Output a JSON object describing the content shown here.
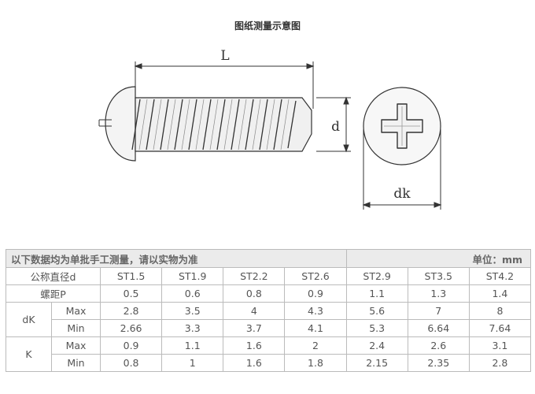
{
  "title": "图纸测量示意图",
  "diagram": {
    "label_length": "L",
    "label_diameter": "d",
    "label_head_diameter": "dk"
  },
  "table": {
    "note": "以下数据均为单批手工测量，请以实物为准",
    "unit": "单位：mm",
    "header_label": "公称直径d",
    "sizes": [
      "ST1.5",
      "ST1.9",
      "ST2.2",
      "ST2.6",
      "ST2.9",
      "ST3.5",
      "ST4.2"
    ],
    "pitch": {
      "label": "螺距P",
      "values": [
        "0.5",
        "0.6",
        "0.8",
        "0.9",
        "1.1",
        "1.3",
        "1.4"
      ]
    },
    "dk": {
      "label": "dK",
      "max": {
        "label": "Max",
        "values": [
          "2.8",
          "3.5",
          "4",
          "4.3",
          "5.6",
          "7",
          "8"
        ]
      },
      "min": {
        "label": "Min",
        "values": [
          "2.66",
          "3.3",
          "3.7",
          "4.1",
          "5.3",
          "6.64",
          "7.64"
        ]
      }
    },
    "k": {
      "label": "K",
      "max": {
        "label": "Max",
        "values": [
          "0.9",
          "1.1",
          "1.6",
          "2",
          "2.4",
          "2.6",
          "3.1"
        ]
      },
      "min": {
        "label": "Min",
        "values": [
          "0.8",
          "1",
          "1.6",
          "1.8",
          "2.15",
          "2.35",
          "2.8"
        ]
      }
    }
  }
}
